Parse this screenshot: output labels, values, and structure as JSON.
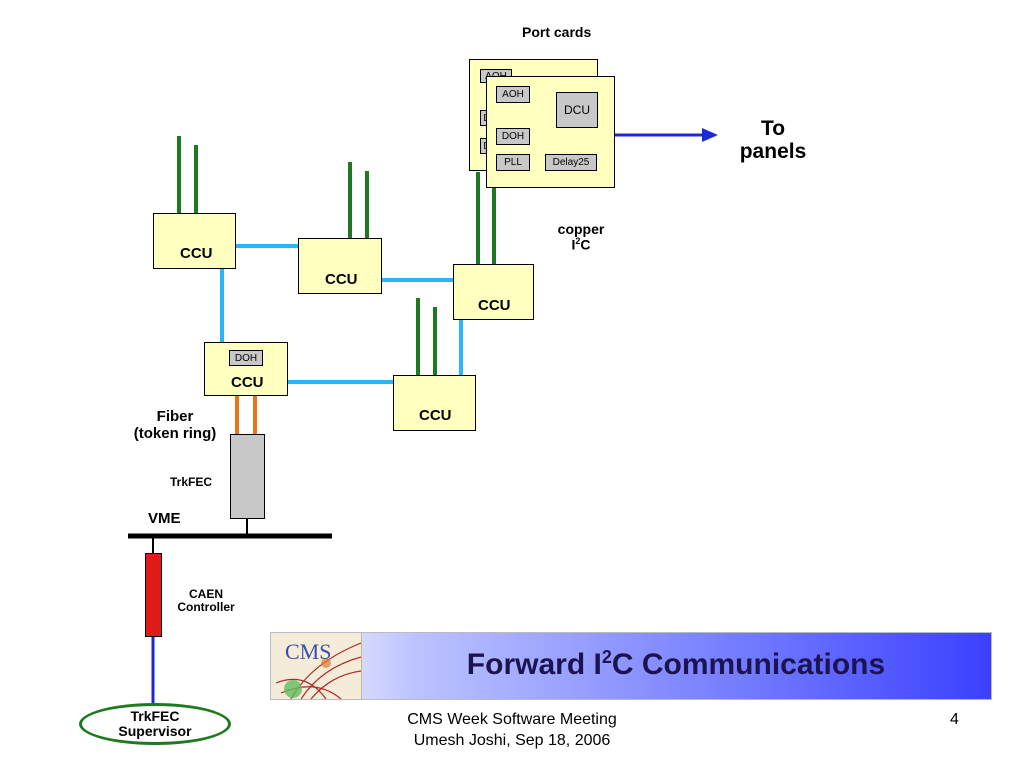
{
  "diagram": {
    "port_cards_label": "Port cards",
    "port_card": {
      "aoh": "AOH",
      "dcu": "DCU",
      "doh": "DOH",
      "pll": "PLL",
      "delay": "Delay25",
      "back_aoh": "AOH",
      "back_d1": "D",
      "back_d2": "D"
    },
    "to_panels": [
      "To",
      "panels"
    ],
    "copper_label": "copper",
    "i2c_prefix": "I",
    "i2c_sup": "2",
    "i2c_suffix": "C",
    "ccu_label": "CCU",
    "doh_label": "DOH",
    "fiber_label": [
      "Fiber",
      "(token ring)"
    ],
    "trkfec_label": "TrkFEC",
    "vme_label": "VME",
    "caen_label": [
      "CAEN",
      "Controller"
    ],
    "supervisor_label": [
      "TrkFEC",
      "Supervisor"
    ]
  },
  "slide": {
    "title_prefix": "Forward I",
    "title_sup": "2",
    "title_suffix": "C Communications",
    "footer_line1": "CMS Week Software Meeting",
    "footer_line2": "Umesh Joshi, Sep 18, 2006",
    "page_number": "4",
    "logo_text": "CMS"
  },
  "colors": {
    "ccu_fill": "#ffffc0",
    "ring_cable": "#29b6f6",
    "green_wire": "#1e7a1e",
    "fiber": "#e8741c",
    "controller": "#e01b1b",
    "arrow": "#1c2ad6"
  }
}
